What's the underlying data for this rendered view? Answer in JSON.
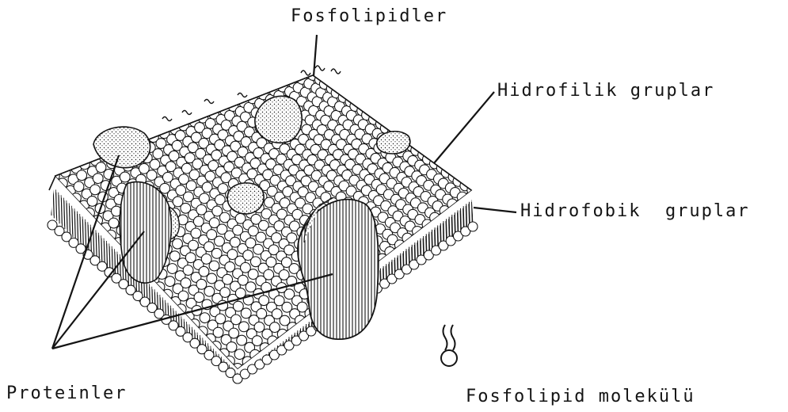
{
  "labels": {
    "fosfolipidler": "Fosfolipidler",
    "hidrofilik": "Hidrofilik gruplar",
    "hidrofobik": "Hidrofobik  gruplar",
    "proteinler": "Proteinler",
    "molekul": "Fosfolipid molekülü"
  },
  "colors": {
    "ink": "#141414",
    "background": "#ffffff"
  }
}
